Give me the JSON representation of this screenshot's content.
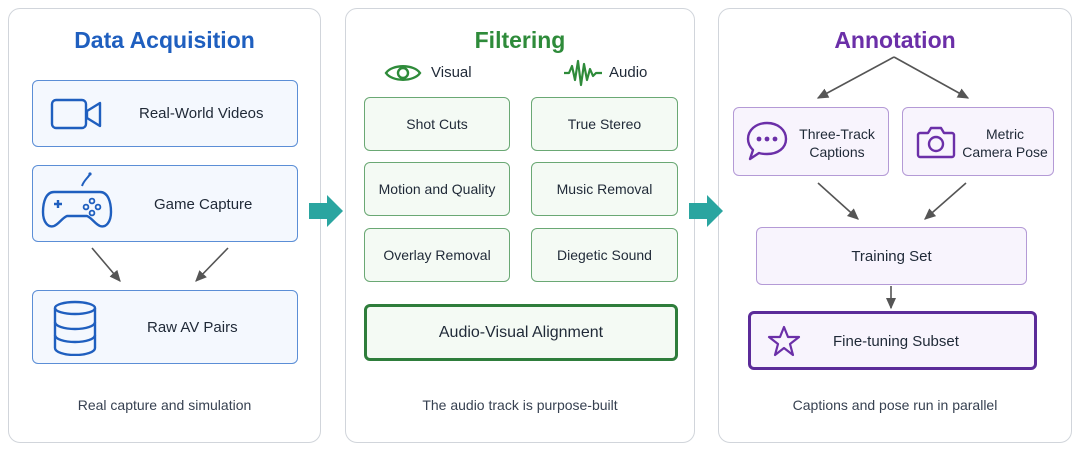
{
  "acquisition": {
    "title": "Data Acquisition",
    "real_world": "Real-World Videos",
    "game_capture": "Game Capture",
    "raw_av": "Raw AV Pairs",
    "footnote": "Real capture and simulation",
    "color": "#1f5fbf"
  },
  "filtering": {
    "title": "Filtering",
    "visual_label": "Visual",
    "audio_label": "Audio",
    "visual_items": [
      "Shot Cuts",
      "Motion and Quality",
      "Overlay Removal"
    ],
    "audio_items": [
      "True Stereo",
      "Music Removal",
      "Diegetic Sound"
    ],
    "alignment": "Audio-Visual Alignment",
    "footnote": "The audio track is purpose-built",
    "color": "#2e8b3a"
  },
  "annotation": {
    "title": "Annotation",
    "captions_line1": "Three-Track",
    "captions_line2": "Captions",
    "pose_line1": "Metric",
    "pose_line2": "Camera Pose",
    "training_set": "Training Set",
    "finetune": "Fine-tuning Subset",
    "footnote": "Captions and pose run in parallel",
    "color": "#6b2fa8"
  }
}
